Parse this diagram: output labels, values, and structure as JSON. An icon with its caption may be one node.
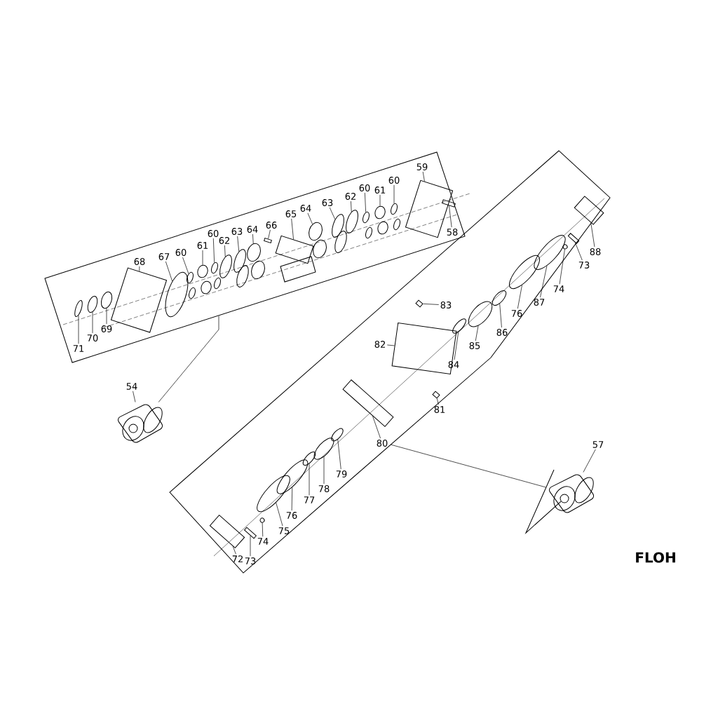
{
  "diagram": {
    "nodes": [
      {
        "text": [],
        "shape": "box"
      },
      {
        "text": [],
        "shape": "box"
      },
      {
        "text": [],
        "shape": "picture"
      },
      {
        "text": [],
        "shape": "picture"
      },
      {
        "text": [
          "71"
        ],
        "in": 0
      },
      {
        "text": [
          "70"
        ],
        "in": 0
      },
      {
        "text": [
          "69"
        ],
        "in": 0
      },
      {
        "text": [
          "68"
        ],
        "in": 0
      },
      {
        "text": [
          "67"
        ],
        "in": 0
      },
      {
        "text": [
          "60"
        ],
        "in": 0
      },
      {
        "text": [
          "61"
        ],
        "in": 0
      },
      {
        "text": [
          "60"
        ],
        "in": 0
      },
      {
        "text": [
          "62"
        ],
        "in": 0
      },
      {
        "text": [
          "63"
        ],
        "in": 0
      },
      {
        "text": [
          "64"
        ],
        "in": 0
      },
      {
        "text": [
          "66"
        ],
        "in": 0
      },
      {
        "text": [
          "65"
        ],
        "in": 0
      },
      {
        "text": [
          "64"
        ],
        "in": 0
      },
      {
        "text": [
          "63"
        ],
        "in": 0
      },
      {
        "text": [
          "62"
        ],
        "in": 0
      },
      {
        "text": [
          "60"
        ],
        "in": 0
      },
      {
        "text": [
          "61"
        ],
        "in": 0
      },
      {
        "text": [
          "60"
        ],
        "in": 0
      },
      {
        "text": [
          "59"
        ],
        "in": 0
      },
      {
        "text": [
          "58"
        ],
        "in": 0
      },
      {
        "text": [
          "83"
        ],
        "in": 1
      },
      {
        "text": [
          "82"
        ],
        "in": 1
      },
      {
        "text": [
          "84"
        ],
        "in": 1
      },
      {
        "text": [
          "85"
        ],
        "in": 1
      },
      {
        "text": [
          "86"
        ],
        "in": 1
      },
      {
        "text": [
          "76"
        ],
        "in": 1
      },
      {
        "text": [
          "87"
        ]
      },
      {
        "text": [
          "74"
        ]
      },
      {
        "text": [
          "73"
        ]
      },
      {
        "text": [
          "88"
        ]
      },
      {
        "text": [
          "81"
        ]
      },
      {
        "text": [
          "80"
        ],
        "in": 1
      },
      {
        "text": [
          "79"
        ],
        "in": 1
      },
      {
        "text": [
          "78"
        ],
        "in": 1
      },
      {
        "text": [
          "77"
        ],
        "in": 1
      },
      {
        "text": [
          "76"
        ],
        "in": 1
      },
      {
        "text": [
          "75"
        ],
        "in": 1
      },
      {
        "text": [
          "74"
        ],
        "in": 1
      },
      {
        "text": [
          "73"
        ],
        "in": 1
      },
      {
        "text": [
          "72"
        ],
        "in": 1
      },
      {
        "text": [
          "54"
        ]
      },
      {
        "text": [
          "57"
        ]
      },
      {
        "text": [],
        "shape": "circle",
        "in": 0
      },
      {
        "text": [],
        "shape": "circle",
        "in": 0
      },
      {
        "text": [],
        "shape": "circle",
        "in": 0
      },
      {
        "text": [],
        "shape": "box",
        "in": 0
      },
      {
        "text": [],
        "shape": "circle",
        "in": 0
      },
      {
        "text": [],
        "shape": "circle",
        "in": 0
      },
      {
        "text": [],
        "shape": "circle",
        "in": 0
      },
      {
        "text": [],
        "shape": "circle",
        "in": 0
      },
      {
        "text": [],
        "shape": "circle",
        "in": 0
      },
      {
        "text": [],
        "shape": "circle",
        "in": 0
      },
      {
        "text": [],
        "shape": "circle",
        "in": 0
      },
      {
        "text": [],
        "shape": "box",
        "in": 0
      },
      {
        "text": [],
        "shape": "box",
        "in": 0
      },
      {
        "text": [],
        "shape": "circle",
        "in": 0
      },
      {
        "text": [],
        "shape": "circle",
        "in": 0
      },
      {
        "text": [],
        "shape": "circle",
        "in": 0
      },
      {
        "text": [],
        "shape": "circle",
        "in": 0
      },
      {
        "text": [],
        "shape": "circle",
        "in": 0
      },
      {
        "text": [],
        "shape": "circle",
        "in": 0
      },
      {
        "text": [],
        "shape": "box",
        "in": 0
      },
      {
        "text": [],
        "shape": "box",
        "in": 0
      },
      {
        "text": [],
        "shape": "box",
        "in": 1
      },
      {
        "text": [],
        "shape": "box",
        "in": 1
      },
      {
        "text": [],
        "shape": "circle",
        "in": 1
      },
      {
        "text": [],
        "shape": "circle",
        "in": 1
      },
      {
        "text": [],
        "shape": "circle",
        "in": 1
      },
      {
        "text": [],
        "shape": "circle",
        "in": 1
      },
      {
        "text": [],
        "shape": "circle",
        "in": 1
      },
      {
        "text": [],
        "shape": "circle",
        "in": 1
      },
      {
        "text": [],
        "shape": "box",
        "in": 1
      },
      {
        "text": [],
        "shape": "box",
        "in": 1
      },
      {
        "text": [],
        "shape": "box",
        "in": 1
      },
      {
        "text": [],
        "shape": "box",
        "in": 1
      },
      {
        "text": [],
        "shape": "circle",
        "in": 1
      },
      {
        "text": [],
        "shape": "circle",
        "in": 1
      },
      {
        "text": [],
        "shape": "circle",
        "in": 1
      },
      {
        "text": [],
        "shape": "circle",
        "in": 1
      },
      {
        "text": [],
        "shape": "circle",
        "in": 1
      },
      {
        "text": [],
        "shape": "circle",
        "in": 1
      },
      {
        "text": [],
        "shape": "box",
        "in": 1
      },
      {
        "text": [],
        "shape": "box",
        "in": 1
      }
    ],
    "edges": [
      {
        "from": 0,
        "to": 2,
        "arrow": "none"
      },
      {
        "from": 1,
        "to": 3,
        "arrow": "none"
      },
      {
        "from": 45,
        "to": 2,
        "arrow": "none"
      },
      {
        "from": 46,
        "to": 3,
        "arrow": "none"
      },
      {
        "from": 4,
        "to": 47,
        "arrow": "none"
      },
      {
        "from": 5,
        "to": 48,
        "arrow": "none"
      },
      {
        "from": 6,
        "to": 49,
        "arrow": "none"
      },
      {
        "from": 7,
        "to": 50,
        "arrow": "none"
      },
      {
        "from": 8,
        "to": 51,
        "arrow": "none"
      },
      {
        "from": 9,
        "to": 52,
        "arrow": "none"
      },
      {
        "from": 10,
        "to": 53,
        "arrow": "none"
      },
      {
        "from": 11,
        "to": 54,
        "arrow": "none"
      },
      {
        "from": 12,
        "to": 55,
        "arrow": "none"
      },
      {
        "from": 13,
        "to": 56,
        "arrow": "none"
      },
      {
        "from": 14,
        "to": 57,
        "arrow": "none"
      },
      {
        "from": 15,
        "to": 58,
        "arrow": "none"
      },
      {
        "from": 16,
        "to": 59,
        "arrow": "none"
      },
      {
        "from": 17,
        "to": 60,
        "arrow": "none"
      },
      {
        "from": 18,
        "to": 61,
        "arrow": "none"
      },
      {
        "from": 19,
        "to": 62,
        "arrow": "none"
      },
      {
        "from": 20,
        "to": 63,
        "arrow": "none"
      },
      {
        "from": 21,
        "to": 64,
        "arrow": "none"
      },
      {
        "from": 22,
        "to": 65,
        "arrow": "none"
      },
      {
        "from": 23,
        "to": 66,
        "arrow": "none"
      },
      {
        "from": 24,
        "to": 67,
        "arrow": "none"
      },
      {
        "from": 25,
        "to": 68,
        "arrow": "none"
      },
      {
        "from": 26,
        "to": 69,
        "arrow": "none"
      },
      {
        "from": 27,
        "to": 70,
        "arrow": "none"
      },
      {
        "from": 28,
        "to": 71,
        "arrow": "none"
      },
      {
        "from": 29,
        "to": 72,
        "arrow": "none"
      },
      {
        "from": 30,
        "to": 73,
        "arrow": "none"
      },
      {
        "from": 31,
        "to": 74,
        "arrow": "none"
      },
      {
        "from": 32,
        "to": 75,
        "arrow": "none"
      },
      {
        "from": 33,
        "to": 76,
        "arrow": "none"
      },
      {
        "from": 34,
        "to": 77,
        "arrow": "none"
      },
      {
        "from": 35,
        "to": 78,
        "arrow": "none"
      },
      {
        "from": 36,
        "to": 79,
        "arrow": "none"
      },
      {
        "from": 37,
        "to": 80,
        "arrow": "none"
      },
      {
        "from": 38,
        "to": 81,
        "arrow": "none"
      },
      {
        "from": 39,
        "to": 82,
        "arrow": "none"
      },
      {
        "from": 40,
        "to": 83,
        "arrow": "none"
      },
      {
        "from": 41,
        "to": 84,
        "arrow": "none"
      },
      {
        "from": 42,
        "to": 85,
        "arrow": "none"
      },
      {
        "from": 43,
        "to": 86,
        "arrow": "none"
      },
      {
        "from": 44,
        "to": 87,
        "arrow": "none"
      }
    ],
    "labels": [
      "FLOH"
    ]
  }
}
